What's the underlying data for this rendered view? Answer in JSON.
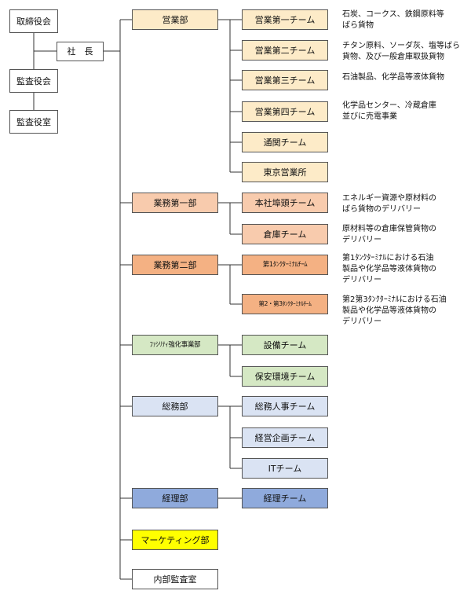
{
  "top": {
    "board": "取締役会",
    "president": "社　長",
    "audit_board": "監査役会",
    "audit_office": "監査役室"
  },
  "departments": {
    "eigyo": "営業部",
    "gyomu1": "業務第一部",
    "gyomu2": "業務第二部",
    "facility": "ﾌｧｼﾘﾃｨ強化事業部",
    "somu": "総務部",
    "keiri": "経理部",
    "marketing": "マーケティング部",
    "internal_audit": "内部監査室"
  },
  "teams": {
    "eigyo1": "営業第一チーム",
    "eigyo2": "営業第二チーム",
    "eigyo3": "営業第三チーム",
    "eigyo4": "営業第四チーム",
    "tsukan": "通関チーム",
    "tokyo": "東京営業所",
    "honsha": "本社埠頭チーム",
    "soko": "倉庫チーム",
    "term1": "第1ﾀﾝｸﾀｰﾐﾅﾙﾁｰﾑ",
    "term23": "第2・第3ﾀﾝｸﾀｰﾐﾅﾙﾁｰﾑ",
    "setsubi": "設備チーム",
    "hoan": "保安環境チーム",
    "somujinji": "総務人事チーム",
    "keiei": "経営企画チーム",
    "it": "ITチーム",
    "keiriteam": "経理チーム"
  },
  "descriptions": {
    "eigyo1": [
      "石炭、コークス、鉄鋼原料等",
      "ばら貨物"
    ],
    "eigyo2": [
      "チタン原料、ソーダ灰、塩等ばら",
      "貨物、及び一般倉庫取扱貨物"
    ],
    "eigyo3": [
      "石油製品、化学品等液体貨物"
    ],
    "eigyo4": [
      "化学品センター、冷蔵倉庫",
      "並びに売電事業"
    ],
    "honsha": [
      "エネルギー資源や原材料の",
      "ばら貨物のデリバリー"
    ],
    "soko": [
      "原材料等の倉庫保管貨物の",
      "デリバリー"
    ],
    "term1": [
      "第1ﾀﾝｸﾀｰﾐﾅﾙにおける石油",
      "製品や化学品等液体貨物の",
      "デリバリー"
    ],
    "term23": [
      "第2第3ﾀﾝｸﾀｰﾐﾅﾙにおける石油",
      "製品や化学品等液体貨物の",
      "デリバリー"
    ]
  },
  "colors": {
    "eigyo": "#fdebc8",
    "gyomu1": "#f8cbad",
    "gyomu2": "#f4b183",
    "facility": "#d5e8c4",
    "somu": "#dae3f3",
    "keiri": "#8faadc",
    "marketing": "#ffff00",
    "lines": "#333333"
  }
}
